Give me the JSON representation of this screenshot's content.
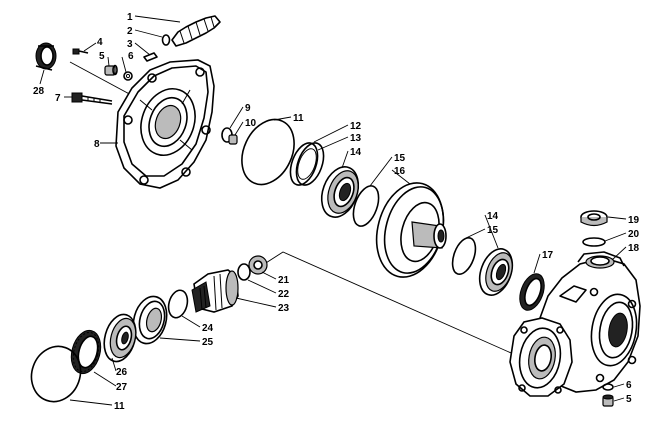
{
  "diagram": {
    "callouts": [
      {
        "id": "c1",
        "text": "1"
      },
      {
        "id": "c2",
        "text": "2"
      },
      {
        "id": "c3",
        "text": "3"
      },
      {
        "id": "c4",
        "text": "4"
      },
      {
        "id": "c5",
        "text": "5"
      },
      {
        "id": "c6",
        "text": "6"
      },
      {
        "id": "c7",
        "text": "7"
      },
      {
        "id": "c8",
        "text": "8"
      },
      {
        "id": "c9",
        "text": "9"
      },
      {
        "id": "c10",
        "text": "10"
      },
      {
        "id": "c11",
        "text": "11"
      },
      {
        "id": "c12",
        "text": "12"
      },
      {
        "id": "c13",
        "text": "13"
      },
      {
        "id": "c14",
        "text": "14"
      },
      {
        "id": "c15",
        "text": "15"
      },
      {
        "id": "c16",
        "text": "16"
      },
      {
        "id": "c14b",
        "text": "14"
      },
      {
        "id": "c15b",
        "text": "15"
      },
      {
        "id": "c17",
        "text": "17"
      },
      {
        "id": "c19",
        "text": "19"
      },
      {
        "id": "c20",
        "text": "20"
      },
      {
        "id": "c18",
        "text": "18"
      },
      {
        "id": "c21",
        "text": "21"
      },
      {
        "id": "c22",
        "text": "22"
      },
      {
        "id": "c23",
        "text": "23"
      },
      {
        "id": "c24",
        "text": "24"
      },
      {
        "id": "c25",
        "text": "25"
      },
      {
        "id": "c26",
        "text": "26"
      },
      {
        "id": "c27",
        "text": "27"
      },
      {
        "id": "c11b",
        "text": "11"
      },
      {
        "id": "c28",
        "text": "28"
      },
      {
        "id": "c6b",
        "text": "6"
      },
      {
        "id": "c5b",
        "text": "5"
      }
    ]
  }
}
